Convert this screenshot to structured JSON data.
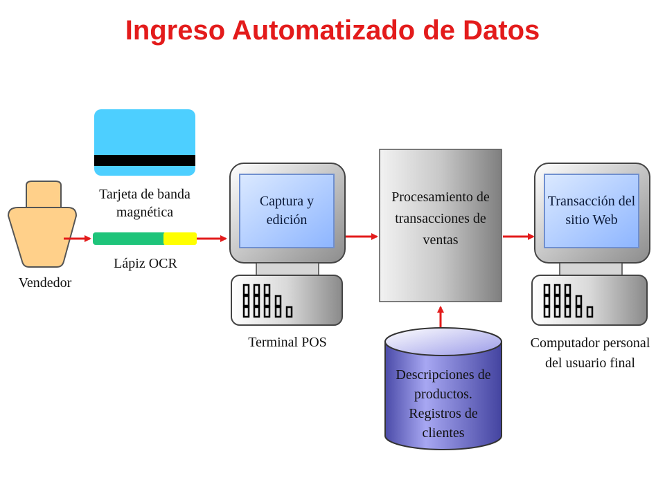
{
  "title": "Ingreso Automatizado de Datos",
  "nodes": {
    "vendedor": "Vendedor",
    "tarjeta": "Tarjeta de banda magnética",
    "lapiz": "Lápiz OCR",
    "captura": "Captura y edición",
    "terminal": "Terminal POS",
    "procesamiento": "Procesamiento de transacciones de ventas",
    "descripciones": "Descripciones de productos. Registros de clientes",
    "transaccion": "Transacción del sitio Web",
    "computador": "Computador personal del usuario final"
  },
  "colors": {
    "title": "#e31b1b",
    "arrow": "#e31b1b",
    "card": "#4dcfff",
    "card_stripe": "#000000",
    "pen_green": "#1ec47a",
    "pen_yellow": "#ffff00",
    "person": "#ffd08a",
    "screen": "#9ec2ff",
    "database": "#8f8fe6"
  },
  "icons": [
    "person-icon",
    "magnetic-card-icon",
    "ocr-pen-icon",
    "computer-icon",
    "keyboard-icon",
    "database-cylinder-icon"
  ]
}
